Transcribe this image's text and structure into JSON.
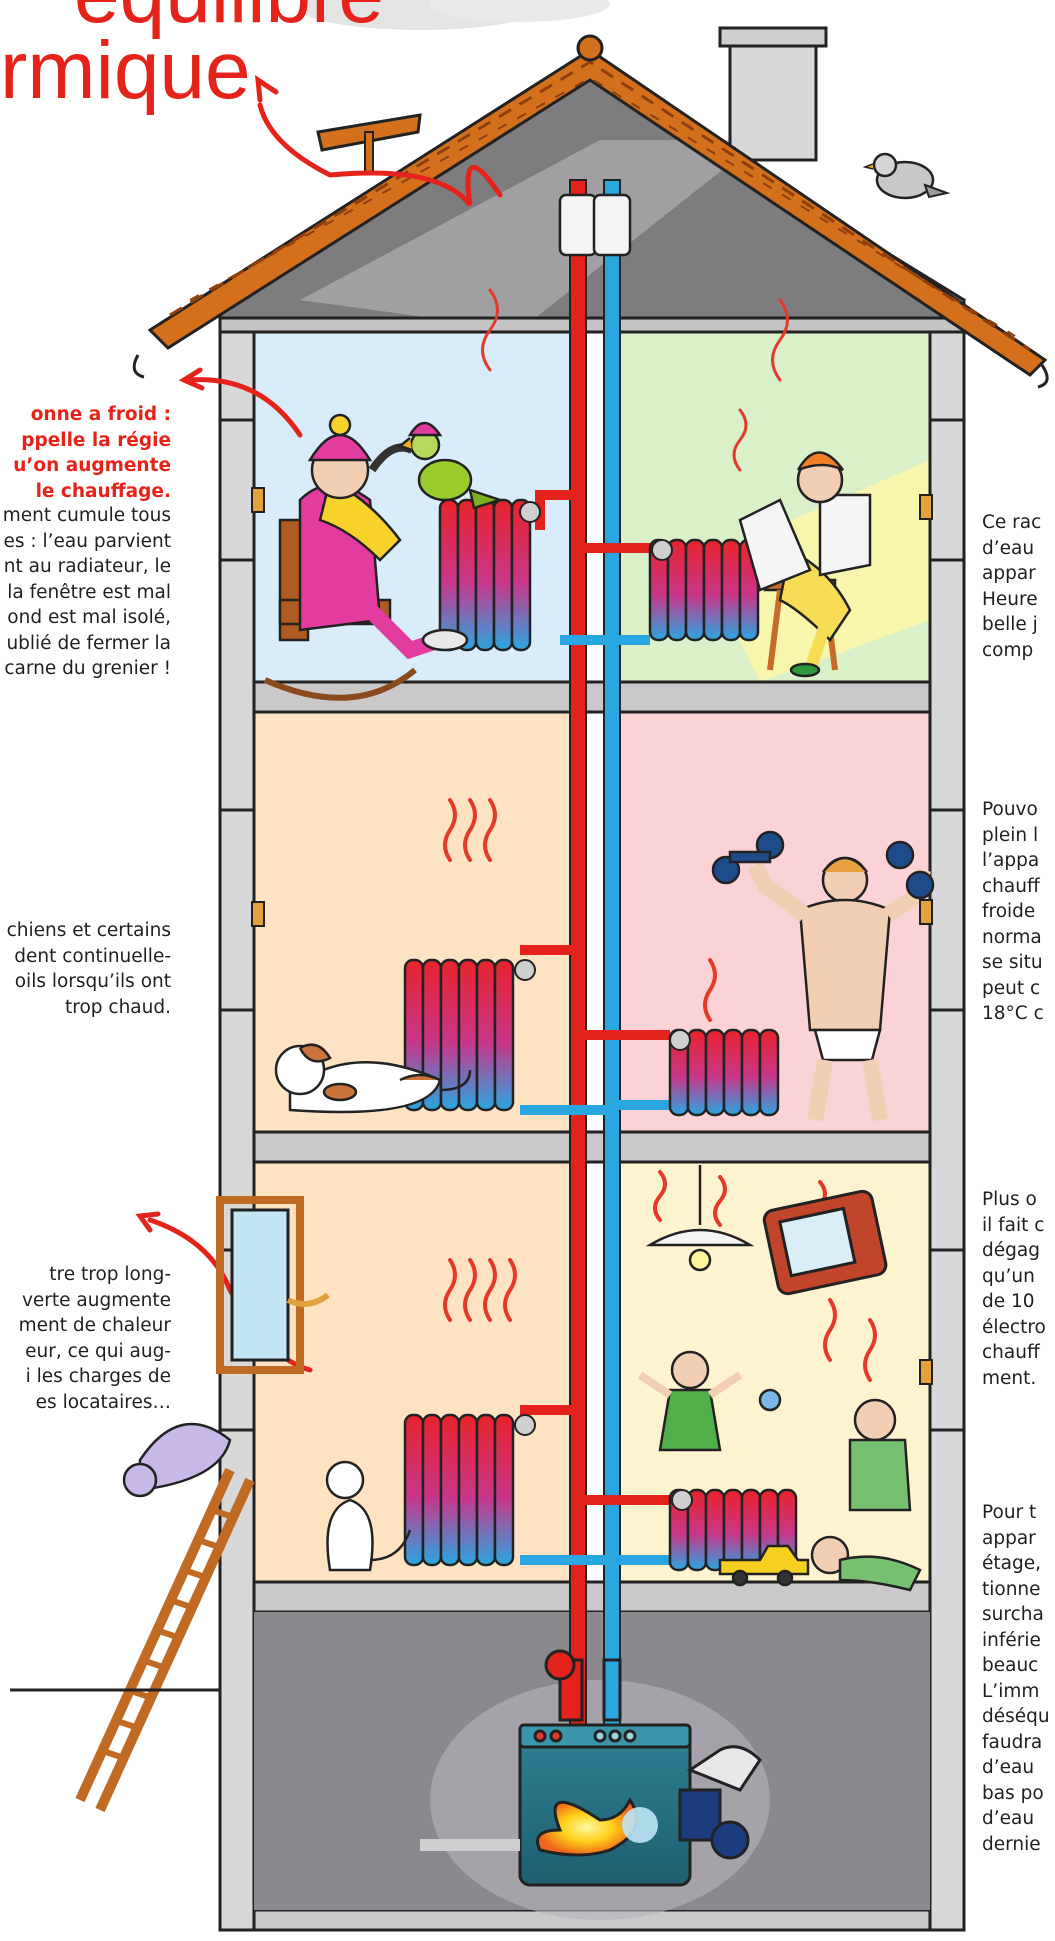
{
  "title": {
    "line1": "équilibre",
    "line2": "rmique"
  },
  "notes": {
    "cold_grandma_red": "onne a froid :\nppelle la régie\nu’on augmente\nle chauffage.",
    "cold_grandma_body": "ment cumule tous\nes : l’eau parvient\nnt au radiateur, le\nla fenêtre est mal\nond est mal isolé,\nublié de fermer la\ncarne du grenier !",
    "dogs": "chiens et certains\ndent continuelle-\noils lorsqu’ils ont\ntrop chaud.",
    "window": "tre trop long-\nverte augmente\nment de chaleur\neur, ce qui aug-\ni les charges de\nes locataires…",
    "top_right": "Ce rac\nd’eau\nappar\nHeure\nbelle j\ncomp",
    "middle_right": "Pouvo\nplein l\nl’appa\nchauff\nfroide\nnorma\nse situ\npeut c\n18°C c",
    "lower_right": "Plus o\nil fait c\ndégag\nqu’un\nde 10\nélectro\nchauff\nment.",
    "bottom_right": "Pour t\nappar\nétage,\ntionne\nsurcha\ninférie\nbeauc\nL’imm\ndéséqu\nfaudra\nd’eau\nbas po\nd’eau\ndernie"
  },
  "colors": {
    "title_red": "#e5231b",
    "hot_pipe": "#e3231b",
    "cold_pipe": "#2aa6e0",
    "roof_tile": "#d4701c",
    "wall_gray": "#d8d8d8",
    "attic_gray": "#7d7d80"
  },
  "scene_elements": [
    "roof-icon",
    "chimney-icon",
    "pigeon-icon",
    "grandma-rocking-chair-icon",
    "parrot-icon",
    "reading-woman-icon",
    "dog-icon",
    "bodybuilder-dumbbells-icon",
    "cat-on-ladder-icon",
    "white-cat-icon",
    "children-playing-icon",
    "television-icon",
    "ceiling-lamp-icon",
    "toy-car-icon",
    "boiler-flame-icon",
    "radiator-icon",
    "heat-wave-icon",
    "window-icon"
  ]
}
